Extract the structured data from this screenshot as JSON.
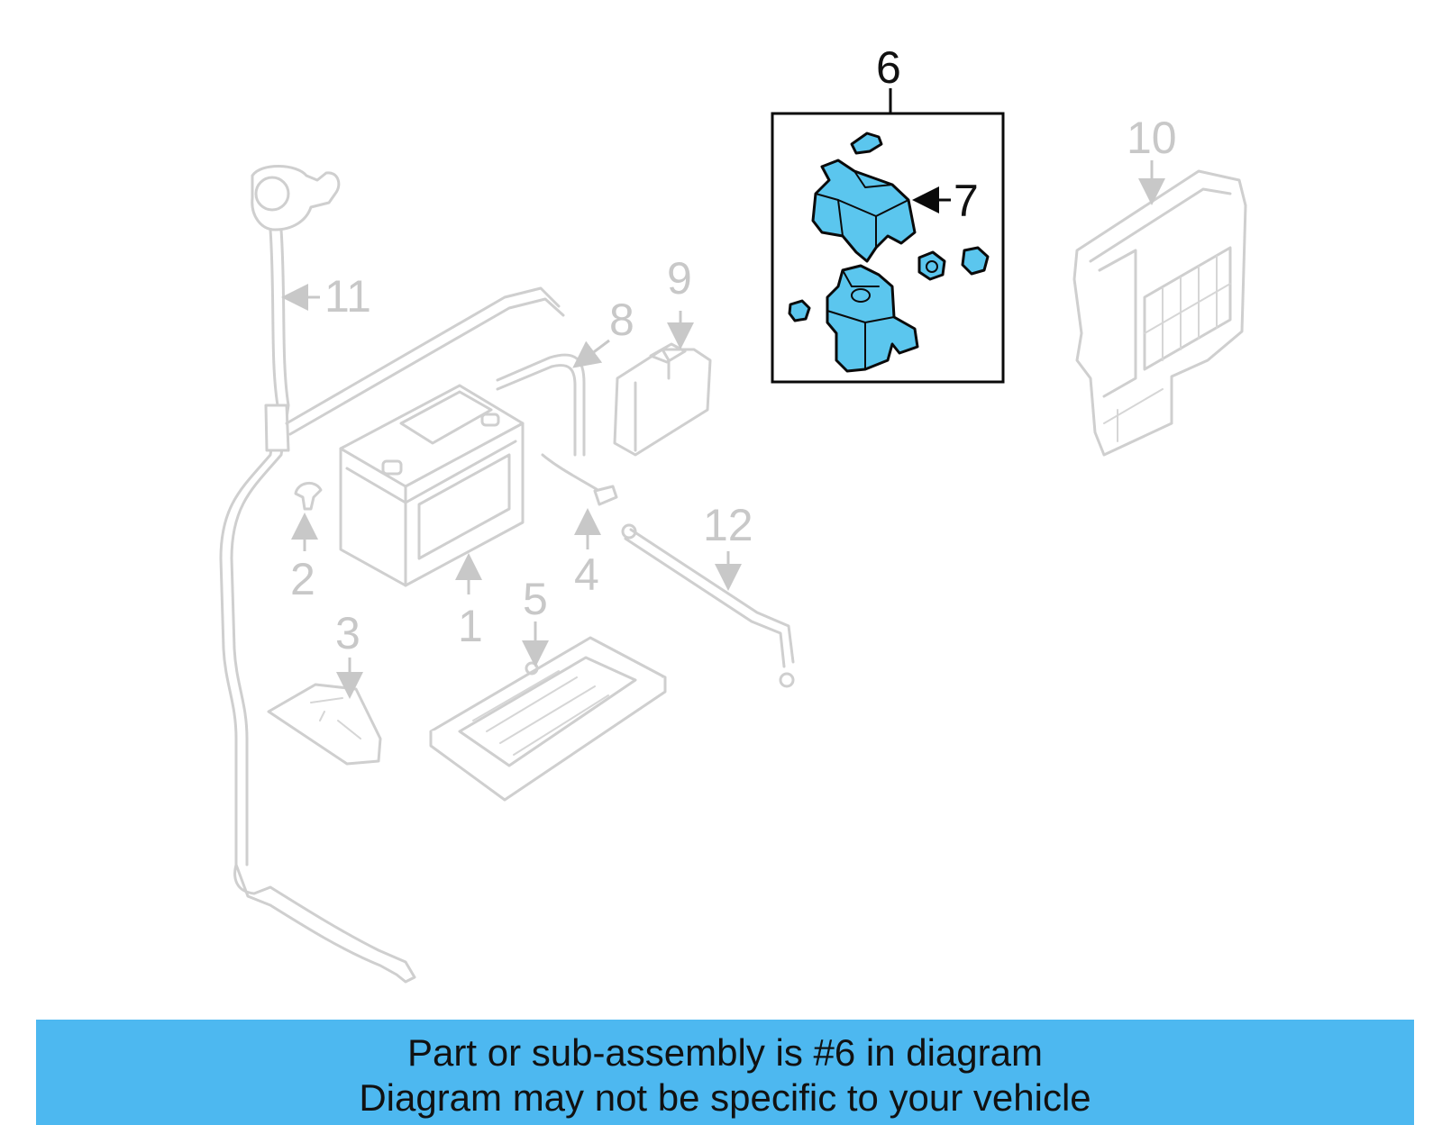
{
  "diagram": {
    "callouts": [
      "1",
      "2",
      "3",
      "4",
      "5",
      "6",
      "7",
      "8",
      "9",
      "10",
      "11",
      "12"
    ],
    "highlight_color": "#5bc6ee",
    "ghost_color": "#c8c8c8",
    "banner_color": "#4db8f0"
  },
  "banner": {
    "line1": "Part or sub-assembly is #6 in diagram",
    "line2": "Diagram may not be specific to your vehicle"
  }
}
